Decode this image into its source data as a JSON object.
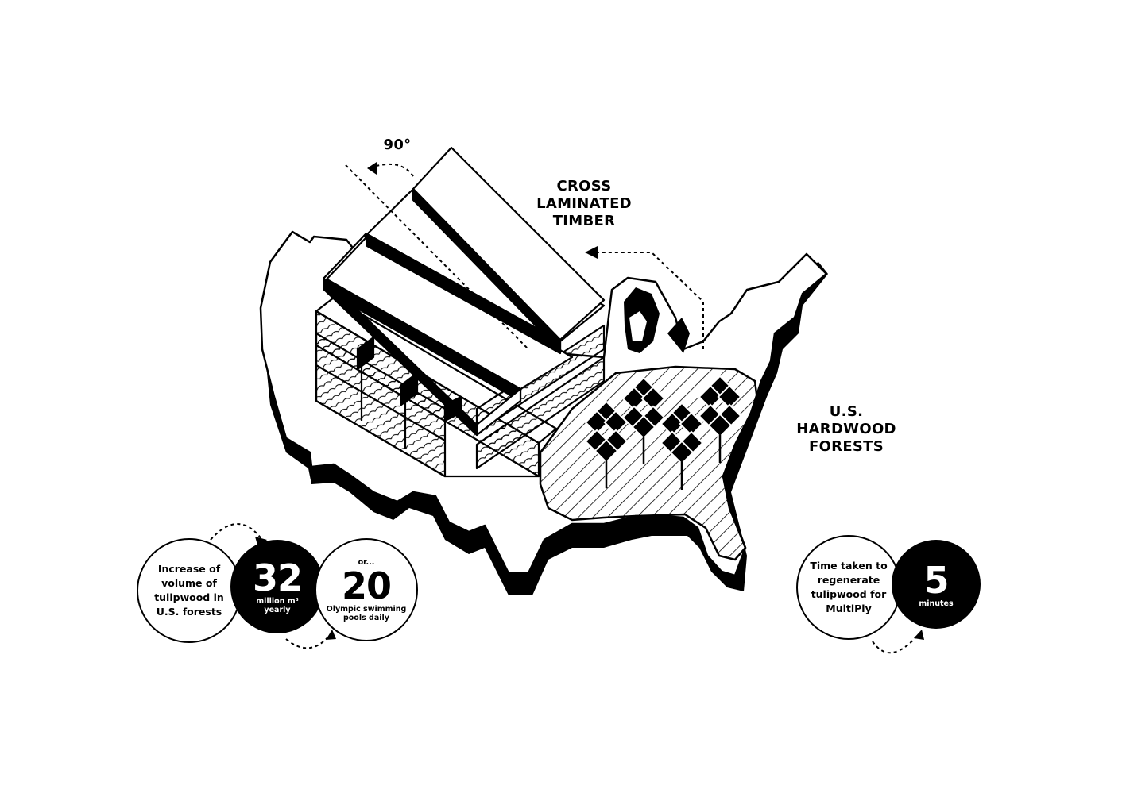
{
  "labels": {
    "rotation": "90°",
    "clt_line1": "CROSS",
    "clt_line2": "LAMINATED",
    "clt_line3": "TIMBER",
    "forest_line1": "U.S.",
    "forest_line2": "HARDWOOD",
    "forest_line3": "FORESTS"
  },
  "stats": {
    "increase_text_1": "Increase of",
    "increase_text_2": "volume of",
    "increase_text_3": "tulipwood in",
    "increase_text_4": "U.S. forests",
    "volume_value": "32",
    "volume_unit_1": "million m³",
    "volume_unit_2": "yearly",
    "or_text": "or...",
    "pools_value": "20",
    "pools_text_1": "Olympic swimming",
    "pools_text_2": "pools daily",
    "time_text_1": "Time taken to",
    "time_text_2": "regenerate",
    "time_text_3": "tulipwood for",
    "time_text_4": "MultiPly",
    "time_value": "5",
    "time_unit": "minutes"
  }
}
